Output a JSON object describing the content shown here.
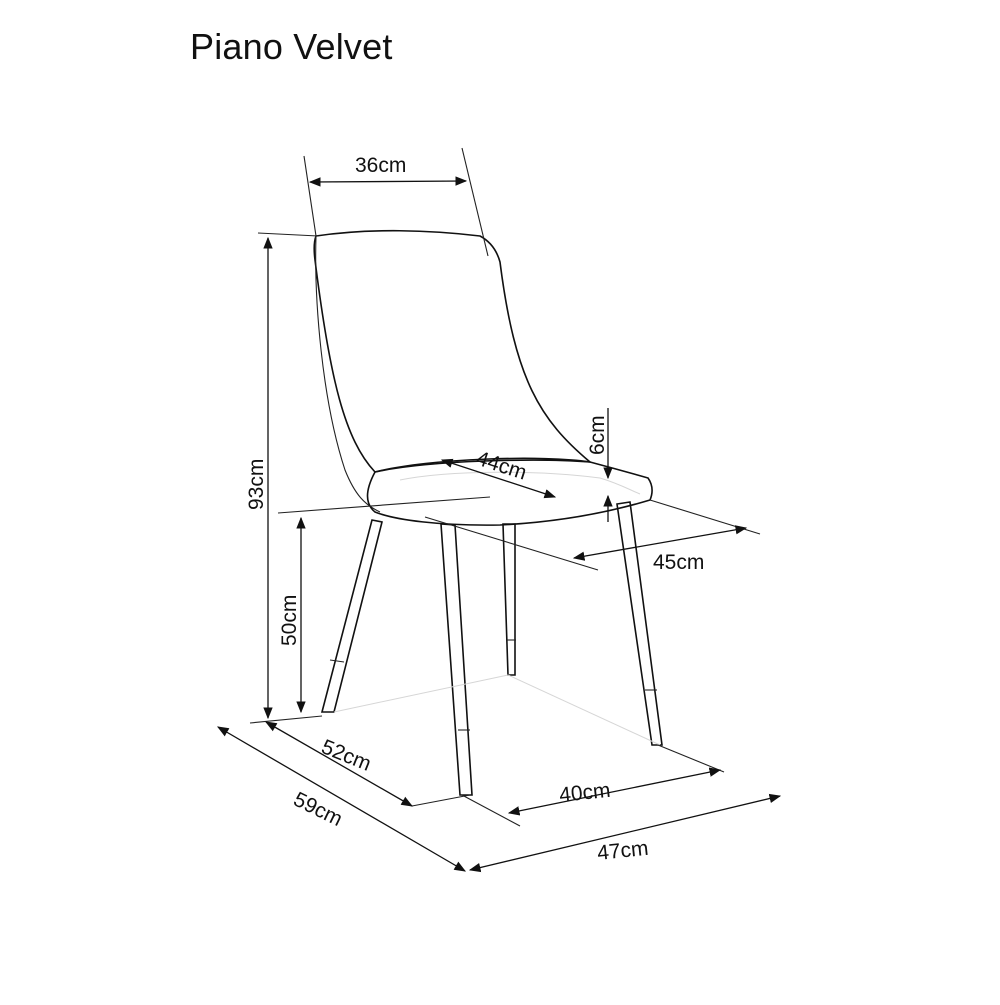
{
  "title": "Piano Velvet",
  "dimensions": {
    "back_width": "36cm",
    "total_height": "93cm",
    "seat_height": "50cm",
    "cushion_thickness": "6cm",
    "seat_depth": "44cm",
    "seat_width": "45cm",
    "leg_depth": "52cm",
    "total_depth": "59cm",
    "leg_width": "40cm",
    "total_width": "47cm"
  }
}
